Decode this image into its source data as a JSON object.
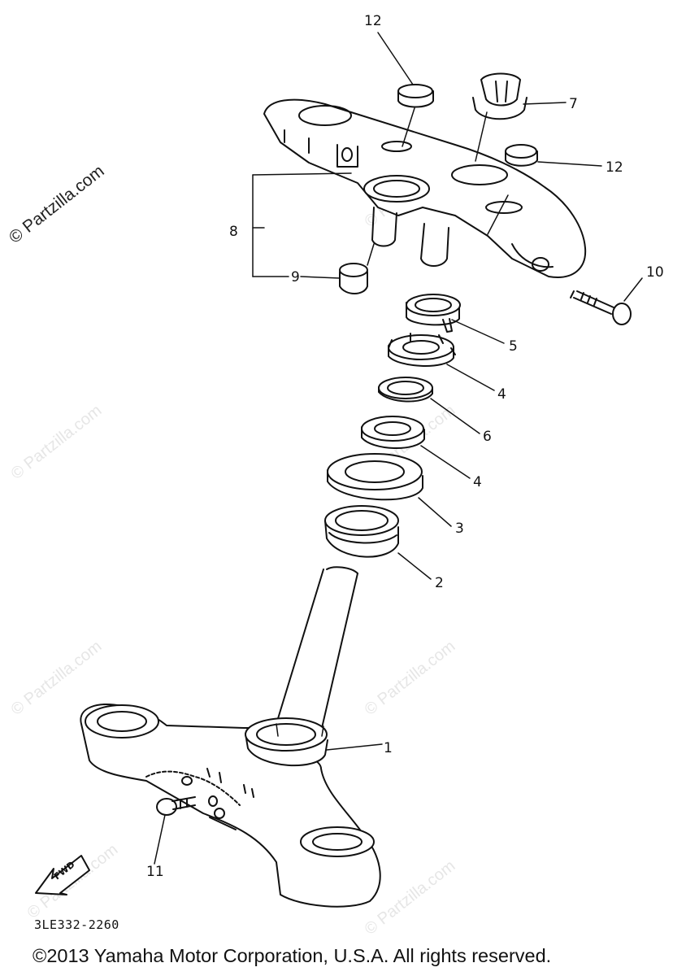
{
  "watermark": {
    "primary": "© Partzilla.com",
    "repeated": "© Partzilla.com"
  },
  "callouts": {
    "c1": "1",
    "c2": "2",
    "c3": "3",
    "c4a": "4",
    "c4b": "4",
    "c5": "5",
    "c6": "6",
    "c7": "7",
    "c8": "8",
    "c9": "9",
    "c10": "10",
    "c11": "11",
    "c12a": "12",
    "c12b": "12"
  },
  "fwd_label": "FWD",
  "diagram_code": "3LE332-2260",
  "copyright": "©2013 Yamaha Motor Corporation, U.S.A. All rights reserved.",
  "colors": {
    "line": "#111111",
    "watermark": "#e6e6e6",
    "background": "#ffffff"
  }
}
